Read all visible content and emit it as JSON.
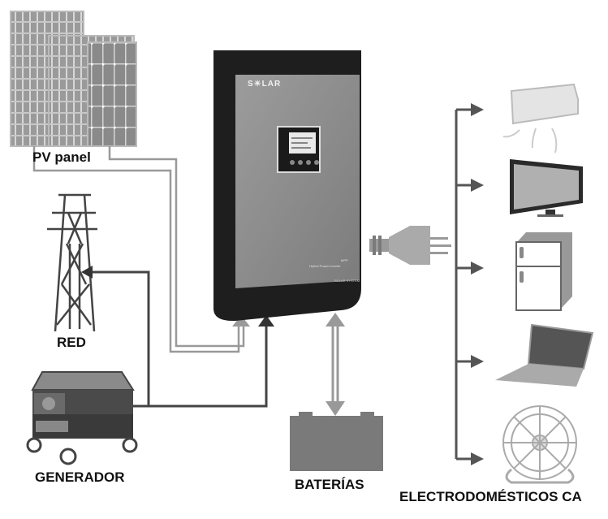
{
  "diagram": {
    "title": "Sistema solar híbrido",
    "labels": {
      "pv_panel": "PV panel",
      "grid": "RED",
      "generator": "GENERADOR",
      "batteries": "BATERÍAS",
      "appliances": "ELECTRODOMÉSTICOS CA"
    },
    "inverter": {
      "brand": "S☀LAR",
      "subtitle": "Hybrid Power Inverter",
      "model_line": "MPP",
      "footer": "SOLAR SYSTEM"
    },
    "appliances": [
      "air-conditioner",
      "television",
      "refrigerator",
      "laptop",
      "fan"
    ],
    "colors": {
      "pv_wire": "#9a9a9a",
      "ac_wire": "#444444",
      "battery": "#7a7a7a",
      "inverter_body": "#1e1e1e",
      "inverter_face": "#8c8c8c"
    }
  }
}
